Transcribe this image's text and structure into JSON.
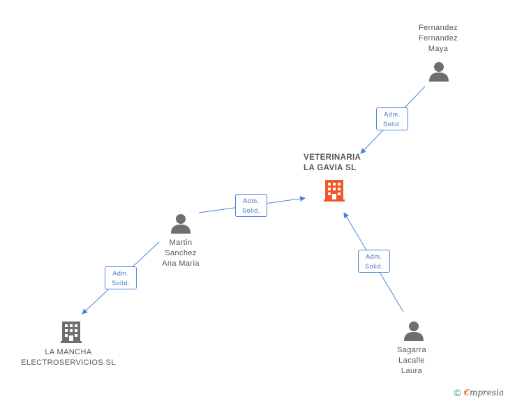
{
  "nodes": {
    "main_company": {
      "line1": "VETERINARIA",
      "line2": "LA GAVIA  SL"
    },
    "person_fernandez": {
      "line1": "Fernandez",
      "line2": "Fernandez",
      "line3": "Maya"
    },
    "person_martin": {
      "line1": "Martin",
      "line2": "Sanchez",
      "line3": "Ana Maria"
    },
    "person_sagarra": {
      "line1": "Sagarra",
      "line2": "Lacalle",
      "line3": "Laura"
    },
    "company_mancha": {
      "line1": "LA MANCHA",
      "line2": "ELECTROSERVICIOS SL"
    }
  },
  "relations": [
    {
      "line1": "Adm.",
      "line2": "Solid."
    },
    {
      "line1": "Adm.",
      "line2": "Solid."
    },
    {
      "line1": "Adm.",
      "line2": "Solid."
    },
    {
      "line1": "Adm.",
      "line2": "Solid."
    }
  ],
  "footer": {
    "copyright": "©",
    "brand_first": "€",
    "brand_rest": "mpresia"
  },
  "colors": {
    "edge": "#4a86d8",
    "main_company": "#f0582a",
    "entity": "#6e6e6e"
  }
}
